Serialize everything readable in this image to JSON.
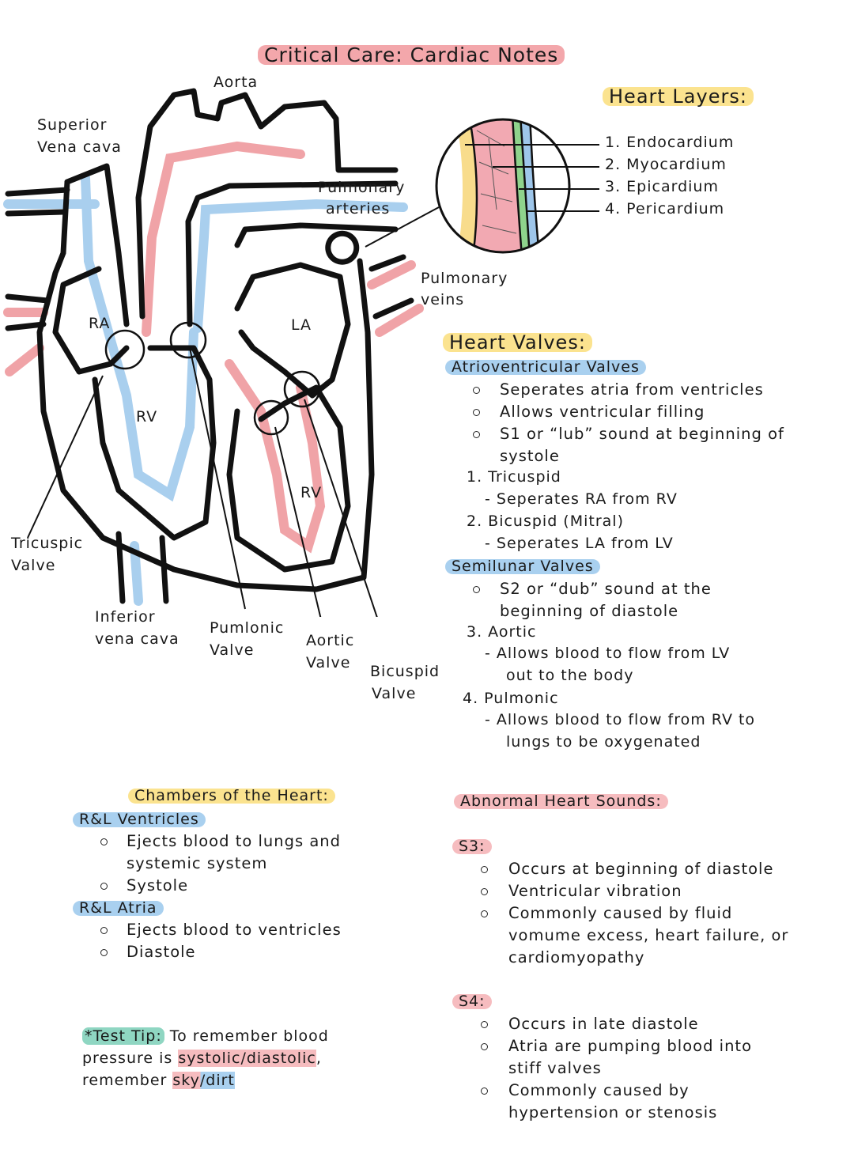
{
  "title": "Critical Care:  Cardiac Notes",
  "diagram": {
    "labels": {
      "aorta": "Aorta",
      "superior_vena_cava": [
        "Superior",
        "Vena cava"
      ],
      "pulmonary_arteries": [
        "Pulmonary",
        "arteries"
      ],
      "pulmonary_veins": [
        "Pulmonary",
        "veins"
      ],
      "ra": "RA",
      "la": "LA",
      "rv": "RV",
      "lv": "RV",
      "tricuspid_valve": [
        "Tricuspic",
        "Valve"
      ],
      "inferior_vena_cava": [
        "Inferior",
        "vena cava"
      ],
      "pulmonic_valve": [
        "Pumlonic",
        "Valve"
      ],
      "aortic_valve": [
        "Aortic",
        "Valve"
      ],
      "bicuspid_valve": [
        "Bicuspid",
        "Valve"
      ]
    },
    "colors": {
      "oxygenated": "#f0a3a7",
      "deoxygenated": "#a9cfee",
      "endocardium": "#f8dc8c",
      "myocardium": "#f2a9b2",
      "epicardium": "#8fd38c",
      "pericardium": "#9ec6ea"
    }
  },
  "heart_layers": {
    "heading": "Heart Layers:",
    "items": [
      "1. Endocardium",
      "2. Myocardium",
      "3. Epicardium",
      "4. Pericardium"
    ]
  },
  "heart_valves": {
    "heading": "Heart Valves:",
    "av_heading": "Atrioventricular Valves",
    "av_bullets": [
      "Seperates atria from ventricles",
      "Allows ventricular filling",
      "S1 or “lub” sound at beginning of",
      "systole"
    ],
    "tricuspid": "1.  Tricuspid",
    "tricuspid_note": "-  Seperates RA from RV",
    "bicuspid": "2.  Bicuspid (Mitral)",
    "bicuspid_note": "-  Seperates LA from LV",
    "sl_heading": "Semilunar Valves",
    "sl_bullets": [
      "S2 or “dub” sound at the",
      "beginning of diastole"
    ],
    "aortic": "3.  Aortic",
    "aortic_note": [
      "-  Allows blood to flow from LV",
      "out to the body"
    ],
    "pulmonic": "4.  Pulmonic",
    "pulmonic_note": [
      "-  Allows blood to flow from RV to",
      "lungs to be oxygenated"
    ]
  },
  "chambers": {
    "heading": "Chambers of the Heart:",
    "ventricles_heading": "R&L Ventricles",
    "ventricles_items": [
      "Ejects blood to lungs and",
      "systemic system",
      "Systole"
    ],
    "atria_heading": "R&L Atria",
    "atria_items": [
      "Ejects blood to ventricles",
      "Diastole"
    ]
  },
  "test_tip": {
    "lead": "*Test Tip:",
    "line1": " To remember blood",
    "line2_a": "pressure is ",
    "line2_b": "systolic/diastolic",
    "line2_c": ",",
    "line3_a": "remember ",
    "line3_b": "sky/dirt"
  },
  "abnormal": {
    "heading": "Abnormal Heart Sounds:",
    "s3_label": "S3:",
    "s3_items": [
      "Occurs at beginning of diastole",
      "Ventricular vibration",
      "Commonly caused by fluid",
      "vomume excess, heart failure, or",
      "cardiomyopathy"
    ],
    "s4_label": "S4:",
    "s4_items": [
      "Occurs in late diastole",
      "Atria are pumping blood into",
      "stiff valves",
      "Commonly caused by",
      "hypertension or stenosis"
    ]
  }
}
